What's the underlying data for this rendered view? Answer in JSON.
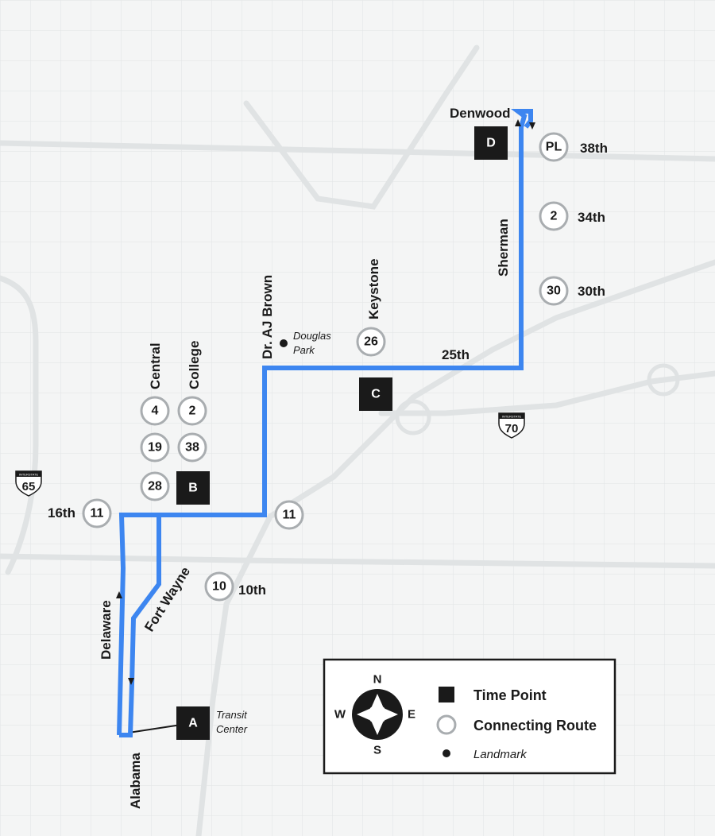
{
  "map": {
    "streets": {
      "denwood": "Denwood",
      "sherman": "Sherman",
      "street_38th": "38th",
      "street_34th": "34th",
      "street_30th": "30th",
      "street_25th": "25th",
      "keystone": "Keystone",
      "dr_aj_brown": "Dr. AJ Brown",
      "central": "Central",
      "college": "College",
      "street_16th": "16th",
      "street_10th": "10th",
      "fort_wayne": "Fort Wayne",
      "delaware": "Delaware",
      "alabama": "Alabama"
    },
    "landmarks": {
      "douglas_park_line1": "Douglas",
      "douglas_park_line2": "Park",
      "transit_center_line1": "Transit",
      "transit_center_line2": "Center"
    },
    "time_points": {
      "a": "A",
      "b": "B",
      "c": "C",
      "d": "D"
    },
    "connecting_routes": {
      "pl_38th": "PL",
      "r2_34th": "2",
      "r30_30th": "30",
      "r26_keystone": "26",
      "r4_central": "4",
      "r2_college": "2",
      "r19_central": "19",
      "r38_college": "38",
      "r28_central": "28",
      "r11_west": "11",
      "r11_east": "11",
      "r10_10th": "10"
    },
    "interstates": {
      "i65": "65",
      "i70": "70",
      "shield_label": "INTERSTATE"
    },
    "colors": {
      "route": "#3d86f0",
      "time_point": "#1a1a1a",
      "connecting_ring": "#a9adb0",
      "background": "#f4f5f5"
    }
  },
  "legend": {
    "compass": {
      "n": "N",
      "s": "S",
      "e": "E",
      "w": "W"
    },
    "time_point": "Time Point",
    "connecting_route": "Connecting Route",
    "landmark": "Landmark"
  }
}
